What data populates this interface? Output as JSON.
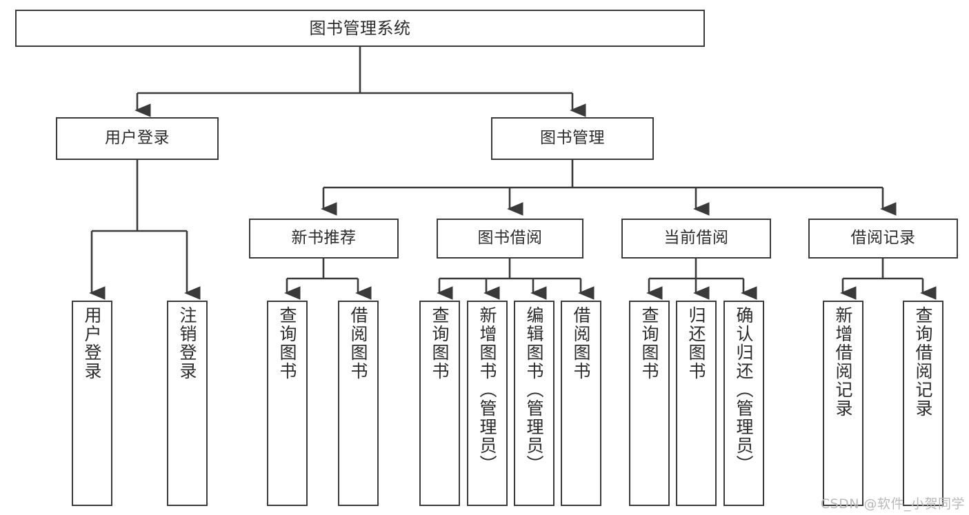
{
  "diagram": {
    "title": "图书管理系统",
    "type": "tree-hierarchy-chart",
    "watermark": "CSDN @软件_小贺同学",
    "colors": {
      "box_border": "#3a3a3a",
      "box_fill": "#ffffff",
      "edge": "#3a3a3a",
      "text": "#2b2b2b",
      "watermark": "#b9b9b9"
    },
    "levels": {
      "root": {
        "label": "图书管理系统"
      },
      "level2": [
        {
          "label": "用户登录"
        },
        {
          "label": "图书管理"
        }
      ],
      "level3": [
        {
          "label": "新书推荐"
        },
        {
          "label": "图书借阅"
        },
        {
          "label": "当前借阅"
        },
        {
          "label": "借阅记录"
        }
      ],
      "leaves": {
        "user_login": [
          {
            "label": "用户登录"
          },
          {
            "label": "注销登录"
          }
        ],
        "new_book_recommend": [
          {
            "label": "查询图书"
          },
          {
            "label": "借阅图书"
          }
        ],
        "book_borrow": [
          {
            "label": "查询图书"
          },
          {
            "label": "新增图书（管理员）"
          },
          {
            "label": "编辑图书（管理员）"
          },
          {
            "label": "借阅图书"
          }
        ],
        "current_borrow": [
          {
            "label": "查询图书"
          },
          {
            "label": "归还图书"
          },
          {
            "label": "确认归还（管理员）"
          }
        ],
        "borrow_record": [
          {
            "label": "新增借阅记录"
          },
          {
            "label": "查询借阅记录"
          }
        ]
      }
    }
  }
}
